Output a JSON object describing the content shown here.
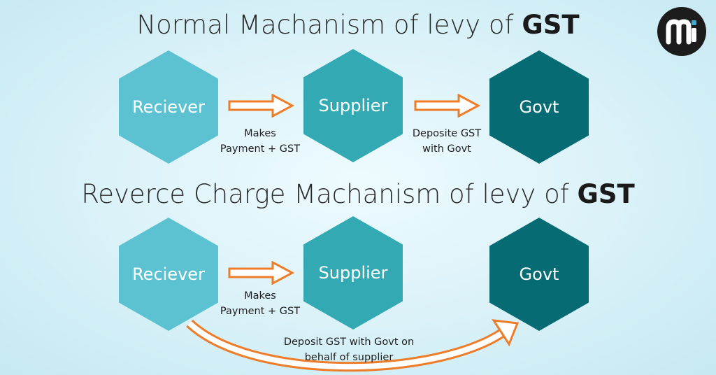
{
  "logo": {
    "text": "mi"
  },
  "normal": {
    "title_light": "Normal Machanism of levy of ",
    "title_bold": "GST",
    "receiver": "Reciever",
    "supplier": "Supplier",
    "govt": "Govt",
    "caption_payment": "Makes\nPayment + GST",
    "caption_deposit": "Deposite GST\nwith Govt"
  },
  "reverse": {
    "title_light": "Reverce Charge Machanism of levy of ",
    "title_bold": "GST",
    "receiver": "Reciever",
    "supplier": "Supplier",
    "govt": "Govt",
    "caption_payment": "Makes\nPayment + GST",
    "caption_deposit": "Deposit GST with Govt on\nbehalf of supplier"
  },
  "colors": {
    "receiver": "#5cc2d2",
    "supplier": "#33aab3",
    "govt": "#066b73",
    "arrow": "#ee7d2a"
  }
}
